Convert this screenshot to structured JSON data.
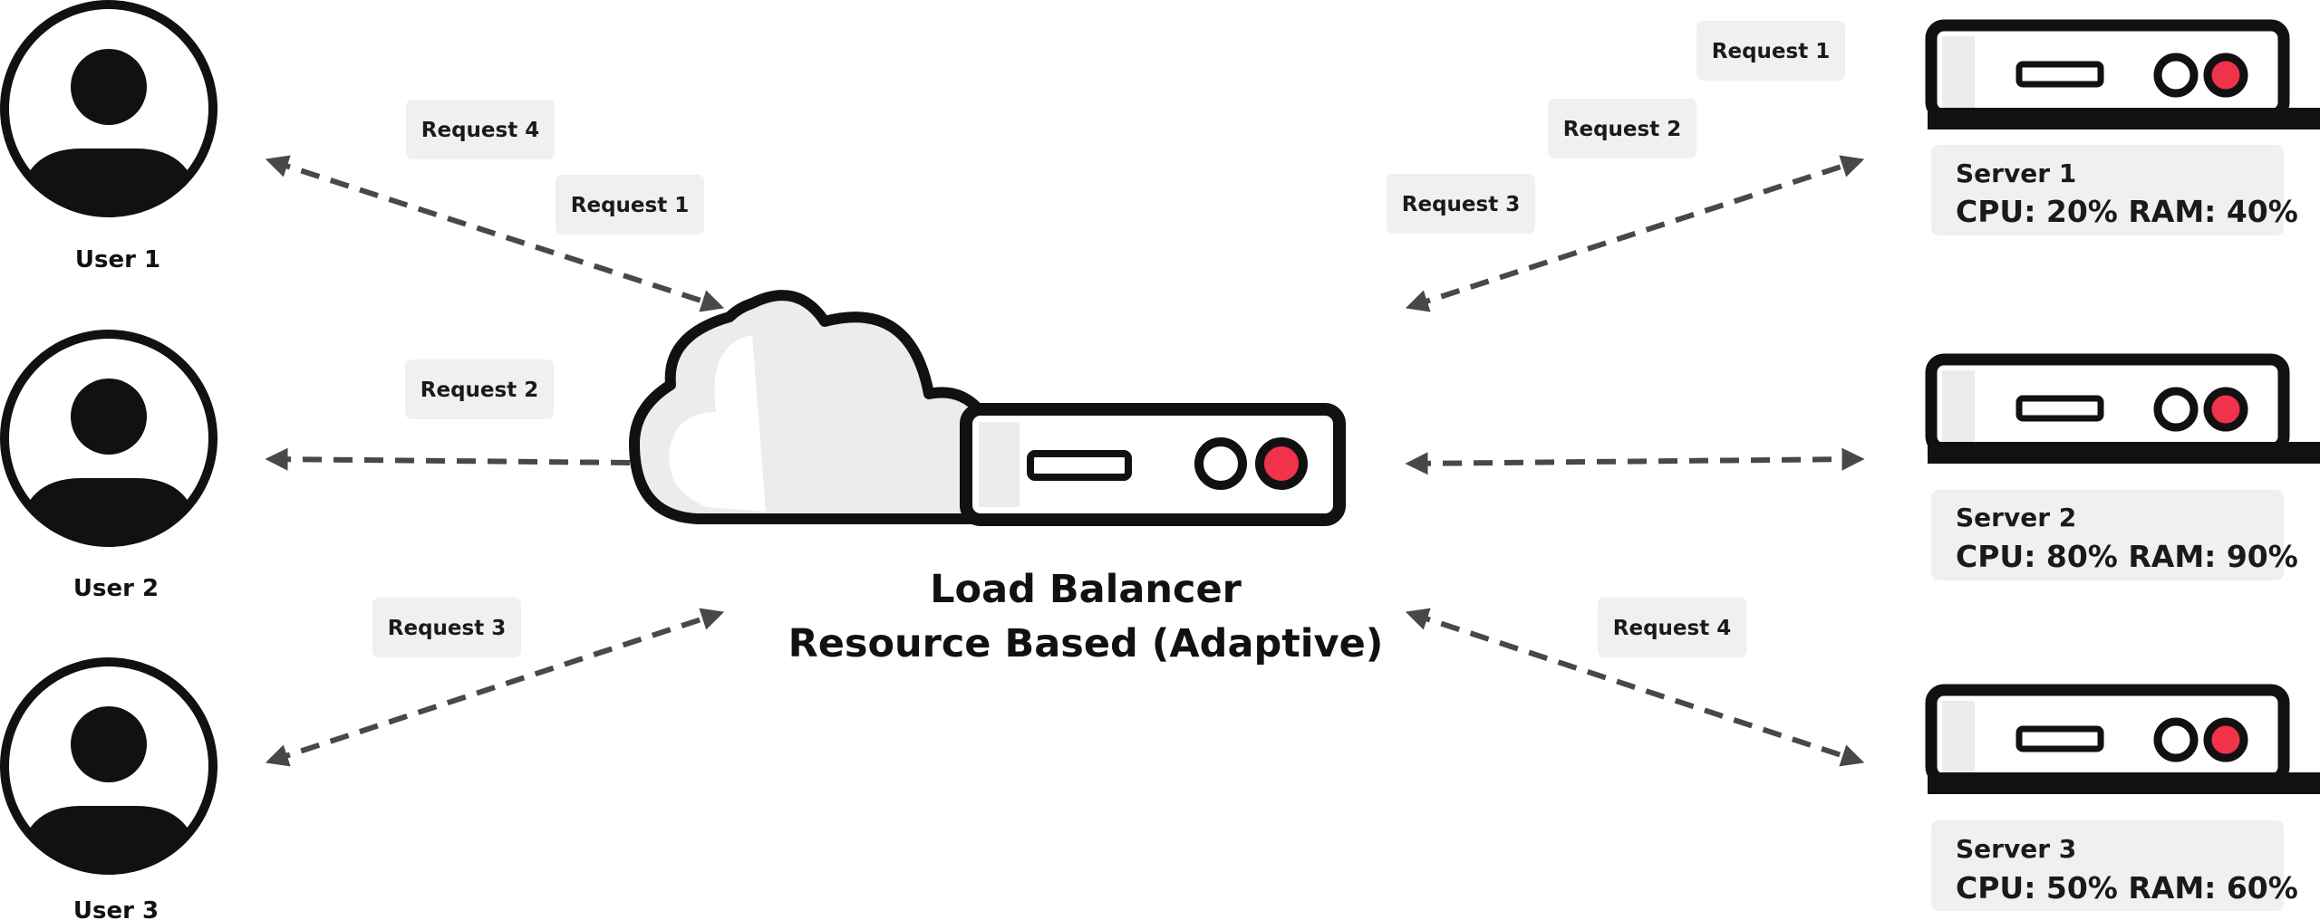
{
  "users": [
    {
      "label": "User 1"
    },
    {
      "label": "User 2"
    },
    {
      "label": "User 3"
    }
  ],
  "load_balancer": {
    "title": "Load Balancer",
    "subtitle": "Resource Based (Adaptive)"
  },
  "servers": [
    {
      "name": "Server 1",
      "stats": "CPU: 20% RAM: 40%"
    },
    {
      "name": "Server 2",
      "stats": "CPU: 80% RAM: 90%"
    },
    {
      "name": "Server 3",
      "stats": "CPU: 50% RAM: 60%"
    }
  ],
  "user_requests": {
    "user1_a": "Request 4",
    "user1_b": "Request 1",
    "user2": "Request 2",
    "user3": "Request 3"
  },
  "server_requests": {
    "server1_a": "Request 1",
    "server1_b": "Request 2",
    "server1_c": "Request 3",
    "server3": "Request 4"
  },
  "colors": {
    "outline": "#111111",
    "arrow": "#484848",
    "tag_bg": "#f0f0f0",
    "indicator_red": "#f0324a",
    "shade": "#ececec"
  }
}
